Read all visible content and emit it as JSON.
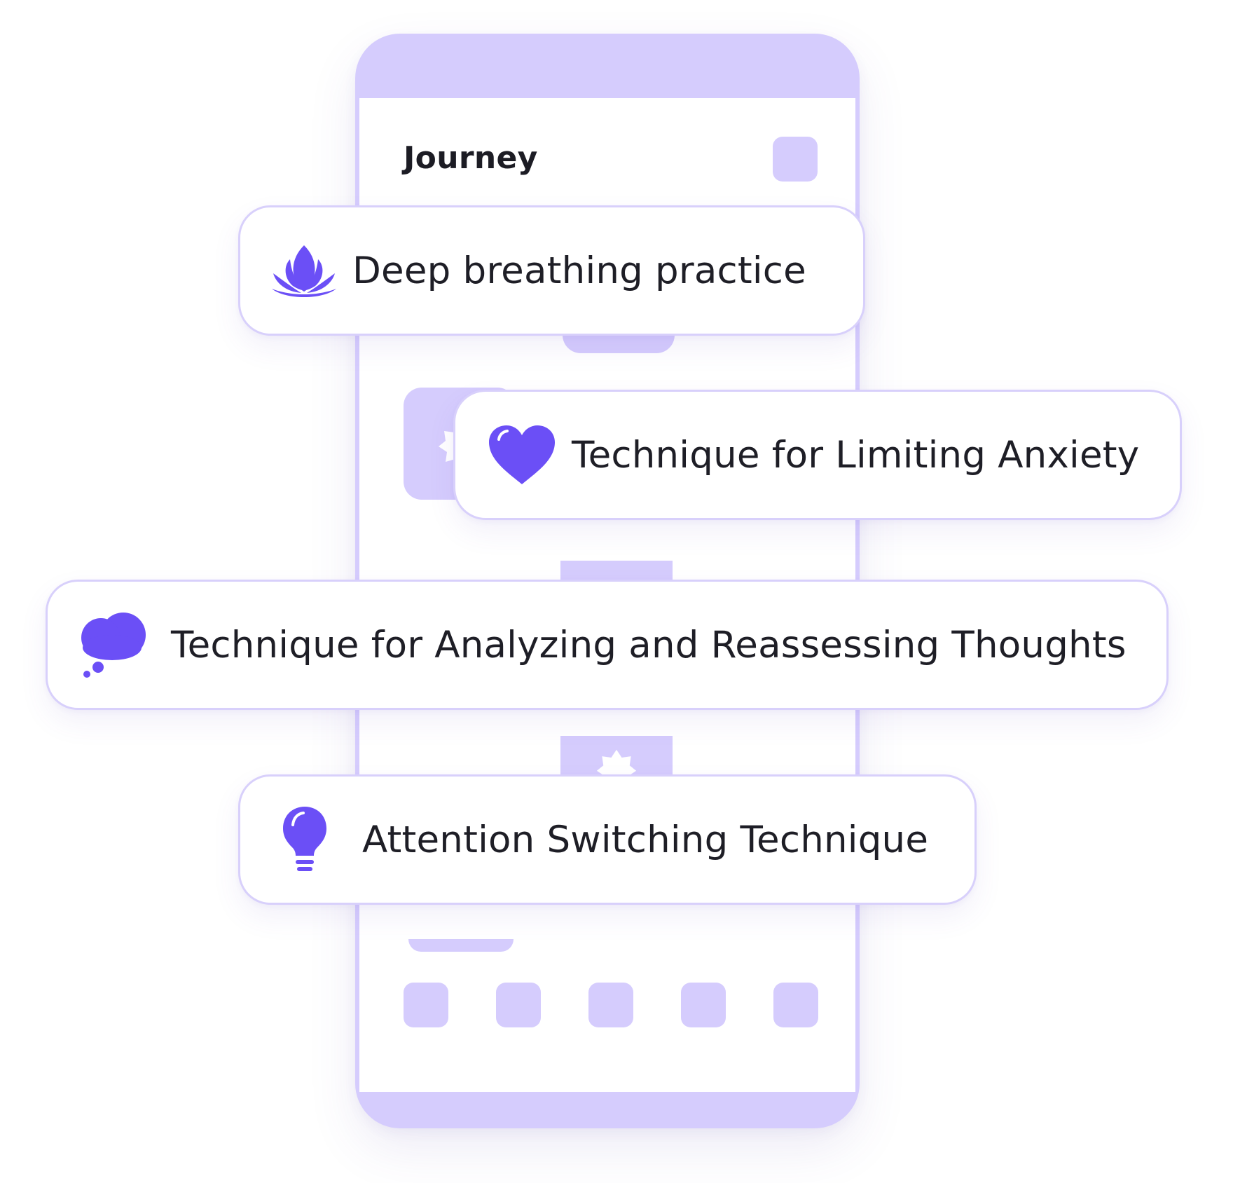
{
  "screen": {
    "title": "Journey"
  },
  "cards": [
    {
      "label": "Deep breathing practice",
      "icon": "lotus-icon"
    },
    {
      "label": "Technique for Limiting Anxiety",
      "icon": "heart-icon"
    },
    {
      "label": "Technique for Analyzing and Reassessing Thoughts",
      "icon": "thought-bubble-icon"
    },
    {
      "label": "Attention Switching Technique",
      "icon": "lightbulb-icon"
    }
  ],
  "colors": {
    "accent": "#6b4ff6",
    "placeholder": "#d5ccfd",
    "card_border": "#d8d0fb",
    "text": "#1e1e26"
  }
}
